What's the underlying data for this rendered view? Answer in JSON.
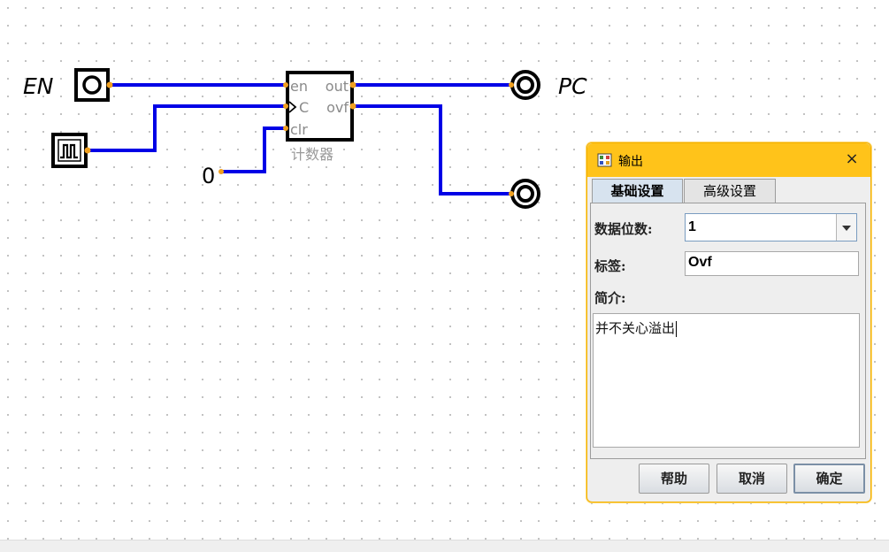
{
  "canvas": {
    "input_pin_label": "EN",
    "output_pin_label": "PC",
    "constant_value": "0",
    "counter": {
      "pin_en": "en",
      "pin_clock": "C",
      "pin_clr": "clr",
      "pin_out": "out",
      "pin_ovf": "ovf",
      "name": "计数器"
    },
    "colors": {
      "wire": "#0000e6",
      "pin_dot": "#f0a020",
      "grid_dot": "#b8b8b8"
    }
  },
  "dialog": {
    "title": "输出",
    "close_glyph": "×",
    "tabs": [
      "基础设置",
      "高级设置"
    ],
    "active_tab": "基础设置",
    "fields": {
      "bits_label": "数据位数:",
      "bits_value": "1",
      "label_label": "标签:",
      "label_value": "Ovf",
      "desc_label": "简介:",
      "desc_value": "并不关心溢出"
    },
    "buttons": {
      "help": "帮助",
      "cancel": "取消",
      "ok": "确定"
    },
    "colors": {
      "title_bar": "#ffc31a",
      "border": "#f2b000"
    }
  }
}
